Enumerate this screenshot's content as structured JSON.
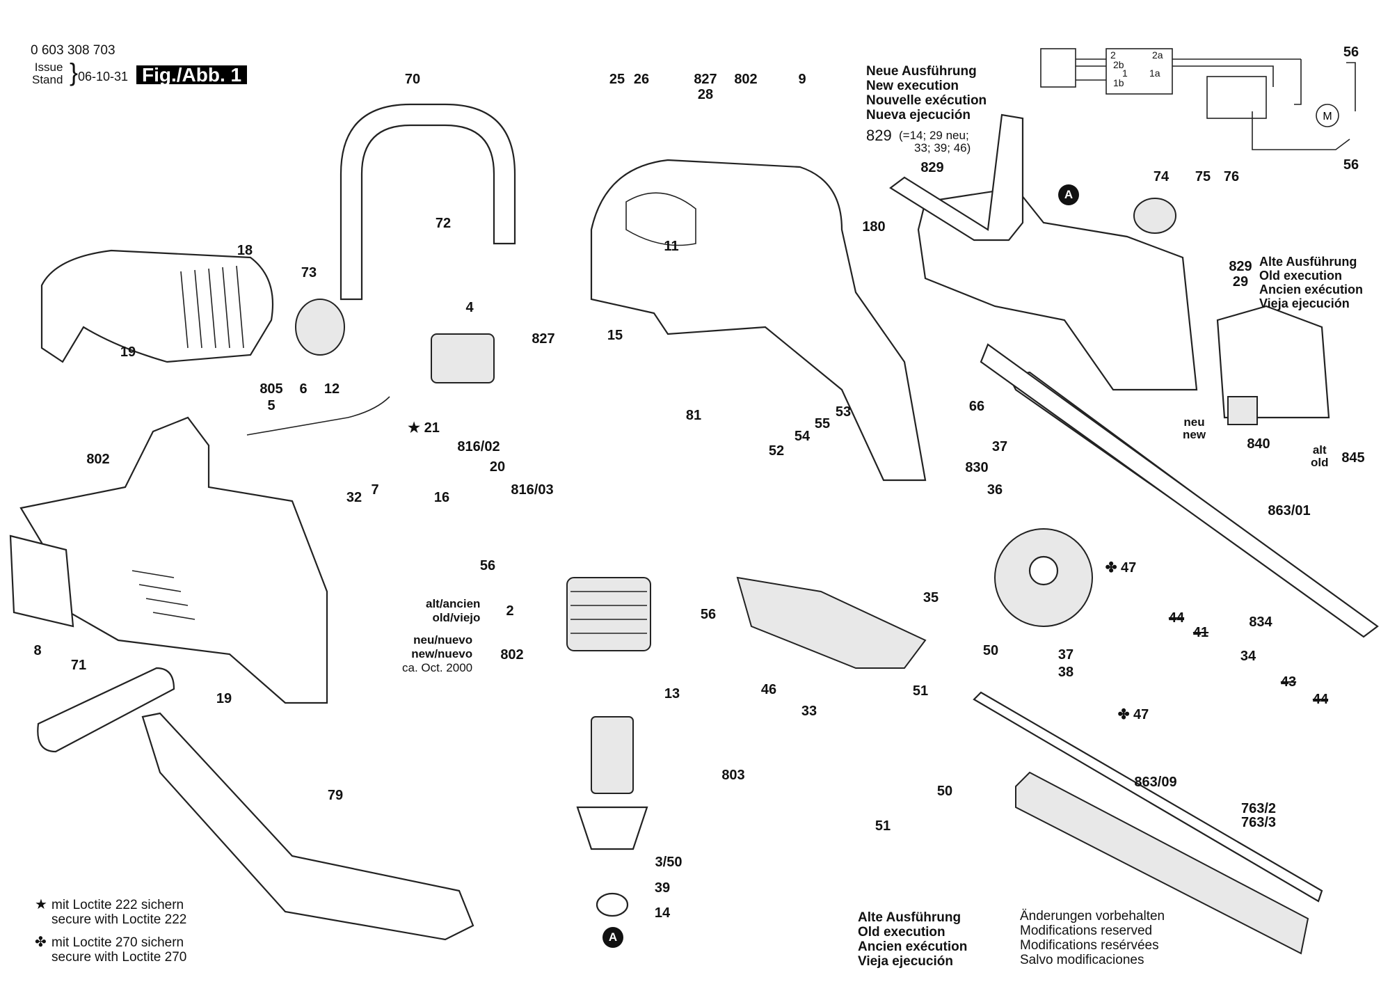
{
  "header": {
    "part_number": "0 603 308 703",
    "issue_label_en": "Issue",
    "issue_label_de": "Stand",
    "issue_date": "06-10-31",
    "figure_label": "Fig./Abb. 1"
  },
  "new_execution": {
    "lines": [
      "Neue Ausführung",
      "New execution",
      "Nouvelle exécution",
      "Nueva ejecución"
    ],
    "part": "829",
    "note_line1": "(=14; 29 neu;",
    "note_line2": "33; 39; 46)"
  },
  "old_execution_top": {
    "parts": [
      "829",
      "29"
    ],
    "lines": [
      "Alte Ausführung",
      "Old execution",
      "Ancien exécution",
      "Vieja ejecución"
    ]
  },
  "old_execution_bottom": {
    "lines": [
      "Alte Ausführung",
      "Old execution",
      "Ancien exécution",
      "Vieja ejecución"
    ]
  },
  "modifications": [
    "Änderungen vorbehalten",
    "Modifications reserved",
    "Modifications resérvées",
    "Salvo modificaciones"
  ],
  "legend": [
    {
      "symbol": "★",
      "icon": "star-icon",
      "line1": "mit Loctite 222 sichern",
      "line2": "secure with Loctite 222"
    },
    {
      "symbol": "✤",
      "icon": "clover-icon",
      "line1": "mit Loctite 270 sichern",
      "line2": "secure with Loctite 270"
    }
  ],
  "variant_notes": {
    "old": [
      "alt/ancien",
      "old/viejo"
    ],
    "new": [
      "neu/nuevo",
      "new/nuevo",
      "ca. Oct. 2000"
    ],
    "neu_new": [
      "neu",
      "new"
    ],
    "alt_old": [
      "alt",
      "old"
    ]
  },
  "markers": [
    "A",
    "A"
  ],
  "circuit_terminals": [
    "2",
    "2a",
    "2b",
    "1",
    "1a",
    "1b",
    "M"
  ],
  "part_labels": [
    {
      "text": "70"
    },
    {
      "text": "25"
    },
    {
      "text": "26"
    },
    {
      "text": "827"
    },
    {
      "text": "28"
    },
    {
      "text": "802"
    },
    {
      "text": "9"
    },
    {
      "text": "18"
    },
    {
      "text": "73"
    },
    {
      "text": "72"
    },
    {
      "text": "19"
    },
    {
      "text": "11"
    },
    {
      "text": "180"
    },
    {
      "text": "4"
    },
    {
      "text": "827"
    },
    {
      "text": "15"
    },
    {
      "text": "805"
    },
    {
      "text": "6"
    },
    {
      "text": "5"
    },
    {
      "text": "12"
    },
    {
      "text": "★ 21"
    },
    {
      "text": "816/02"
    },
    {
      "text": "20"
    },
    {
      "text": "16"
    },
    {
      "text": "816/03"
    },
    {
      "text": "32"
    },
    {
      "text": "7"
    },
    {
      "text": "81"
    },
    {
      "text": "53"
    },
    {
      "text": "55"
    },
    {
      "text": "54"
    },
    {
      "text": "52"
    },
    {
      "text": "66"
    },
    {
      "text": "37"
    },
    {
      "text": "830"
    },
    {
      "text": "36"
    },
    {
      "text": "35"
    },
    {
      "text": "802"
    },
    {
      "text": "8"
    },
    {
      "text": "71"
    },
    {
      "text": "19"
    },
    {
      "text": "56"
    },
    {
      "text": "56"
    },
    {
      "text": "2"
    },
    {
      "text": "802"
    },
    {
      "text": "13"
    },
    {
      "text": "803"
    },
    {
      "text": "3/50"
    },
    {
      "text": "39"
    },
    {
      "text": "14"
    },
    {
      "text": "79"
    },
    {
      "text": "46"
    },
    {
      "text": "33"
    },
    {
      "text": "51"
    },
    {
      "text": "50"
    },
    {
      "text": "37"
    },
    {
      "text": "38"
    },
    {
      "text": "✤ 47"
    },
    {
      "text": "✤ 47"
    },
    {
      "text": "834"
    },
    {
      "text": "44",
      "struck": true
    },
    {
      "text": "41",
      "struck": true
    },
    {
      "text": "34"
    },
    {
      "text": "43",
      "struck": true
    },
    {
      "text": "44",
      "struck": true
    },
    {
      "text": "863/01"
    },
    {
      "text": "863/09"
    },
    {
      "text": "763/2"
    },
    {
      "text": "763/3"
    },
    {
      "text": "50"
    },
    {
      "text": "51"
    },
    {
      "text": "74"
    },
    {
      "text": "75"
    },
    {
      "text": "76"
    },
    {
      "text": "829"
    },
    {
      "text": "840"
    },
    {
      "text": "845"
    },
    {
      "text": "56"
    },
    {
      "text": "56"
    }
  ]
}
